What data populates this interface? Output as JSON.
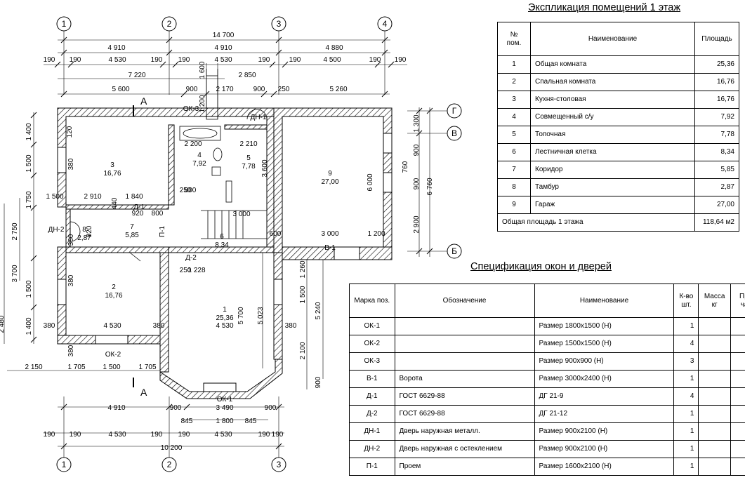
{
  "plan": {
    "axes": {
      "top": [
        "1",
        "2",
        "3",
        "4"
      ],
      "bottom": [
        "1",
        "2",
        "3"
      ],
      "right": [
        "Г",
        "В",
        "Б"
      ]
    },
    "section_mark": "А",
    "rooms": [
      {
        "no": "1",
        "area": "25,36"
      },
      {
        "no": "2",
        "area": "16,76"
      },
      {
        "no": "3",
        "area": "16,76"
      },
      {
        "no": "4",
        "area": "7,92"
      },
      {
        "no": "5",
        "area": "7,78"
      },
      {
        "no": "6",
        "area": "8,34"
      },
      {
        "no": "7",
        "area": "5,85"
      },
      {
        "no": "8",
        "area": "2,87"
      },
      {
        "no": "9",
        "area": "27,00"
      }
    ],
    "openings": [
      "ОК-1",
      "ОК-2",
      "ОК-3",
      "Д-1",
      "Д-2",
      "ДН-1",
      "ДН-2",
      "П-1",
      "В-1"
    ],
    "dimensions": [
      "14 700",
      "4 910",
      "4 880",
      "190",
      "4 530",
      "4 500",
      "7 220",
      "2 850",
      "5 600",
      "900",
      "2 170",
      "250",
      "5 260",
      "1 600",
      "1 200",
      "1 400",
      "1 500",
      "1 750",
      "2 750",
      "3 700",
      "380",
      "120",
      "2 910",
      "1 840",
      "440",
      "800",
      "920",
      "2 200",
      "2 210",
      "3 600",
      "3 000",
      "600",
      "1 200",
      "1 300",
      "760",
      "6 760",
      "2 900",
      "6 000",
      "1 260",
      "1 228",
      "5 700",
      "5 023",
      "5 240",
      "2 480",
      "2 100",
      "2 150",
      "1 705",
      "3 490",
      "845",
      "1 800",
      "10 200"
    ]
  },
  "rooms_table": {
    "title": "Экспликация помещений 1 этаж",
    "headers": [
      "№ пом.",
      "Наименование",
      "Площадь"
    ],
    "rows": [
      [
        "1",
        "Общая комната",
        "25,36"
      ],
      [
        "2",
        "Спальная комната",
        "16,76"
      ],
      [
        "3",
        "Кухня-столовая",
        "16,76"
      ],
      [
        "4",
        "Совмещенный с/у",
        "7,92"
      ],
      [
        "5",
        "Топочная",
        "7,78"
      ],
      [
        "6",
        "Лестничная клетка",
        "8,34"
      ],
      [
        "7",
        "Коридор",
        "5,85"
      ],
      [
        "8",
        "Тамбур",
        "2,87"
      ],
      [
        "9",
        "Гараж",
        "27,00"
      ]
    ],
    "total_label": "Общая площадь 1 этажа",
    "total_value": "118,64 м2"
  },
  "spec_table": {
    "title": "Спецификация окон и дверей",
    "headers": [
      "Марка поз.",
      "Обозначение",
      "Наименование",
      "К-во шт.",
      "Масса кг",
      "Приме чание"
    ],
    "rows": [
      [
        "ОК-1",
        "",
        "Размер 1800x1500 (Н)",
        "1",
        "",
        ""
      ],
      [
        "ОК-2",
        "",
        "Размер 1500x1500 (Н)",
        "4",
        "",
        ""
      ],
      [
        "ОК-3",
        "",
        "Размер 900x900 (Н)",
        "3",
        "",
        ""
      ],
      [
        "В-1",
        "Ворота",
        "Размер 3000x2400 (Н)",
        "1",
        "",
        ""
      ],
      [
        "Д-1",
        "ГОСТ 6629-88",
        "ДГ 21-9",
        "4",
        "",
        ""
      ],
      [
        "Д-2",
        "ГОСТ 6629-88",
        "ДГ 21-12",
        "1",
        "",
        ""
      ],
      [
        "ДН-1",
        "Дверь наружная металл.",
        "Размер 900x2100 (Н)",
        "1",
        "",
        ""
      ],
      [
        "ДН-2",
        "Дверь наружная с остеклением",
        "Размер 900x2100 (Н)",
        "1",
        "",
        ""
      ],
      [
        "П-1",
        "Проем",
        "Размер 1600x2100 (Н)",
        "1",
        "",
        ""
      ]
    ]
  }
}
